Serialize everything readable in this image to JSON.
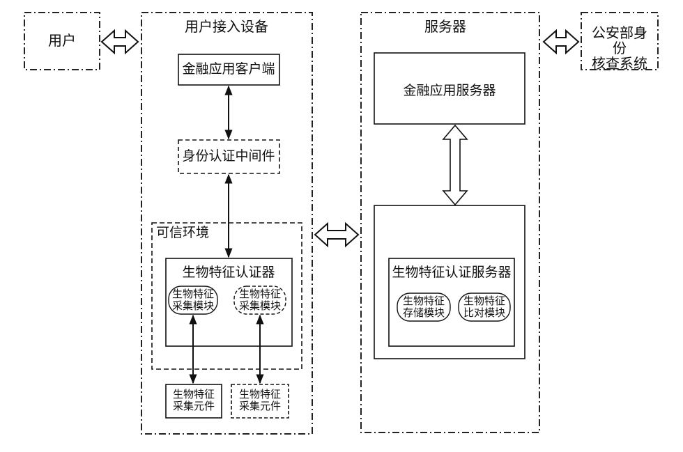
{
  "user": "用户",
  "device": {
    "title": "用户接入设备",
    "client": "金融应用客户端",
    "middleware": "身份认证中间件",
    "trusted_env": {
      "title": "可信环境",
      "authenticator": {
        "title": "生物特征认证器",
        "modules": [
          "生物特征\n采集模块",
          "生物特征\n采集模块"
        ]
      }
    },
    "components": [
      "生物特征\n采集元件",
      "生物特征\n采集元件"
    ]
  },
  "server": {
    "title": "服务器",
    "app_server": "金融应用服务器",
    "auth_server": {
      "title": "生物特征认证服务器",
      "modules": [
        "生物特征\n存储模块",
        "生物特征\n比对模块"
      ]
    }
  },
  "police": "公安部身份\n核查系统"
}
